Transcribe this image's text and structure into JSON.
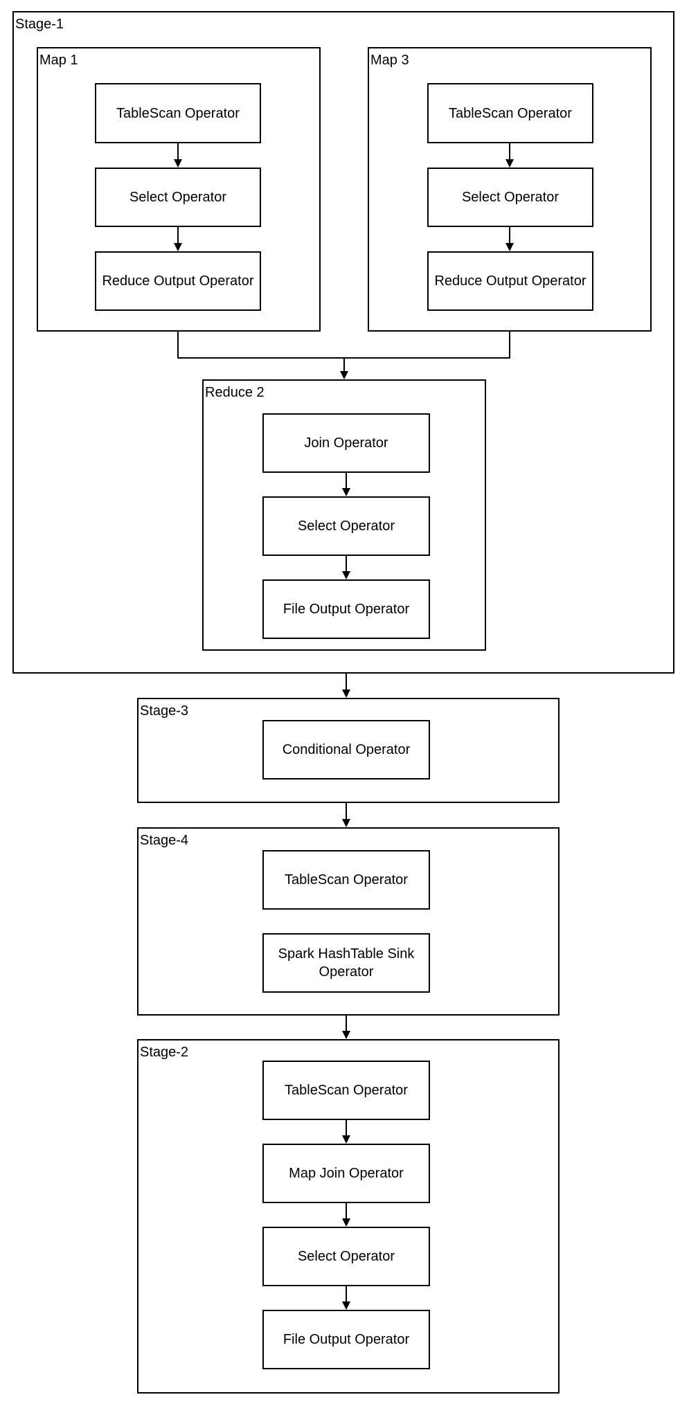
{
  "colors": {
    "stroke": "#000000",
    "background": "#ffffff",
    "text": "#000000"
  },
  "stage1": {
    "label": "Stage-1",
    "map1": {
      "label": "Map 1",
      "operators": [
        "TableScan Operator",
        "Select Operator",
        "Reduce Output Operator"
      ]
    },
    "map3": {
      "label": "Map 3",
      "operators": [
        "TableScan Operator",
        "Select Operator",
        "Reduce Output Operator"
      ]
    },
    "reduce2": {
      "label": "Reduce 2",
      "operators": [
        "Join Operator",
        "Select Operator",
        "File Output Operator"
      ]
    }
  },
  "stage3": {
    "label": "Stage-3",
    "operators": [
      "Conditional Operator"
    ]
  },
  "stage4": {
    "label": "Stage-4",
    "operators": [
      "TableScan Operator",
      "Spark HashTable Sink Operator"
    ]
  },
  "stage2": {
    "label": "Stage-2",
    "operators": [
      "TableScan Operator",
      "Map Join Operator",
      "Select Operator",
      "File Output Operator"
    ]
  },
  "edges": [
    "Map 1 -> Reduce 2",
    "Map 3 -> Reduce 2",
    "Stage-1 -> Stage-3",
    "Stage-3 -> Stage-4",
    "Stage-4 -> Stage-2"
  ]
}
